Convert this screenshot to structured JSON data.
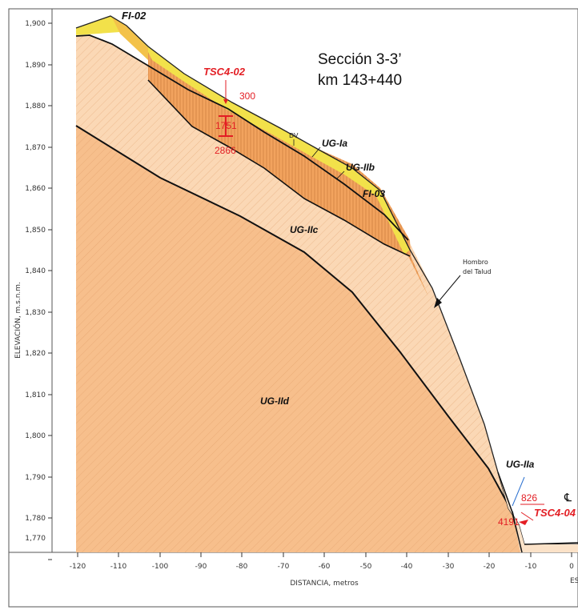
{
  "title": {
    "line1": "Sección 3-3’",
    "line2": "km 143+440"
  },
  "axes": {
    "xlabel": "DISTANCIA, metros",
    "ylabel": "ELEVACIÓN, m.s.n.m.",
    "x_ticks": [
      "-120",
      "-110",
      "-100",
      "-90",
      "-80",
      "-70",
      "-60",
      "-50",
      "-40",
      "-30",
      "-20",
      "-10",
      "0"
    ],
    "y_ticks": [
      "1,900",
      "1,890",
      "1,880",
      "1,870",
      "1,860",
      "1,850",
      "1,840",
      "1,830",
      "1,820",
      "1,810",
      "1,800",
      "1,790",
      "1,780",
      "1,770"
    ],
    "x_partial_label": "ES"
  },
  "units": {
    "fi02": "FI-02",
    "fi03": "FI-03",
    "ug_ia": "UG-Ia",
    "ug_iib": "UG-IIb",
    "ug_iic": "UG-IIc",
    "ug_iid": "UG-IId",
    "ug_iia": "UG-IIa"
  },
  "borings": {
    "tsc402": {
      "name": "TSC4-02",
      "top_value": "300",
      "mid_value": "1751",
      "bottom_value": "2866"
    },
    "tsc404": {
      "name": "TSC4-04",
      "top_value": "826",
      "bottom_value": "4191"
    }
  },
  "annotations": {
    "dv": "DV",
    "hombro": "Hombro",
    "del_talud": "del Talud",
    "centerline": "℄"
  },
  "colors": {
    "ug_iid": "#f7bf8c",
    "ug_iic": "#fbd8b5",
    "ug_iib": "#f2a35e",
    "fill_yellow": "#f2e14a",
    "red": "#e31e24"
  }
}
